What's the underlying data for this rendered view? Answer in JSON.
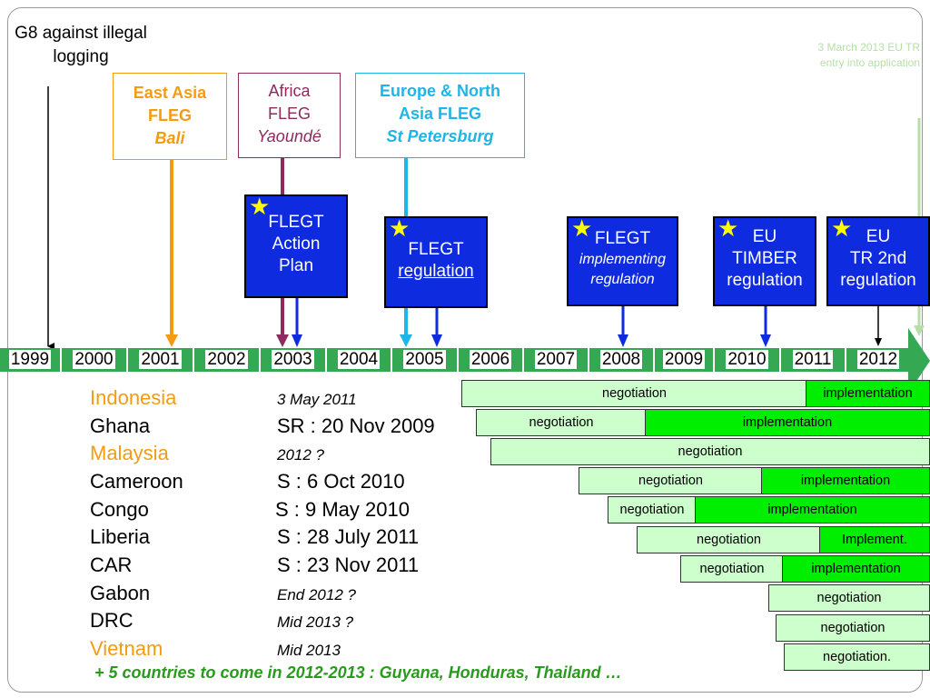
{
  "g8_label": "G8 against illegal logging",
  "top_note": "3 March 2013 EU TR entry into application",
  "conferences": [
    {
      "line1": "East Asia",
      "line2": "FLEG",
      "place": "Bali",
      "color": "#f39c12"
    },
    {
      "line1": "Africa",
      "line2": "FLEG",
      "place": "Yaoundé",
      "color": "#8e2a5e"
    },
    {
      "line1": "Europe & North",
      "line2": "Asia FLEG",
      "place": "St Petersburg",
      "color": "#1fb5e6"
    }
  ],
  "milestones": [
    {
      "l1": "FLEGT",
      "l2": "Action",
      "l3": "Plan"
    },
    {
      "l1": "FLEGT",
      "l2": "regulation"
    },
    {
      "l1": "FLEGT",
      "l2": "implementing",
      "l3": "regulation"
    },
    {
      "l1": "EU",
      "l2": "TIMBER",
      "l3": "regulation"
    },
    {
      "l1": "EU",
      "l2": "TR 2nd",
      "l3": "regulation"
    }
  ],
  "years": [
    "1999",
    "2000",
    "2001",
    "2002",
    "2003",
    "2004",
    "2005",
    "2006",
    "2007",
    "2008",
    "2009",
    "2010",
    "2011",
    "2012"
  ],
  "countries": [
    {
      "name": "Indonesia",
      "date": "3 May 2011",
      "highlight": true,
      "date_italic": true
    },
    {
      "name": "Ghana",
      "date": "SR : 20 Nov 2009",
      "highlight": false,
      "date_italic": false
    },
    {
      "name": "Malaysia",
      "date": "2012 ?",
      "highlight": true,
      "date_italic": true
    },
    {
      "name": "Cameroon",
      "date": "S : 6 Oct 2010",
      "highlight": false,
      "date_italic": false
    },
    {
      "name": "Congo",
      "date": "S : 9 May 2010",
      "highlight": false,
      "date_italic": false
    },
    {
      "name": "Liberia",
      "date": "S : 28 July 2011",
      "highlight": false,
      "date_italic": false
    },
    {
      "name": "CAR",
      "date": "S : 23 Nov 2011",
      "highlight": false,
      "date_italic": false
    },
    {
      "name": "Gabon",
      "date": "End 2012 ?",
      "highlight": false,
      "date_italic": true
    },
    {
      "name": "DRC",
      "date": "Mid 2013 ?",
      "highlight": false,
      "date_italic": true
    },
    {
      "name": "Vietnam",
      "date": "Mid 2013",
      "highlight": true,
      "date_italic": true
    }
  ],
  "bars": [
    {
      "neg": "negotiation",
      "imp": "implementation"
    },
    {
      "neg": "negotiation",
      "imp": "implementation"
    },
    {
      "neg": "negotiation",
      "imp": ""
    },
    {
      "neg": "negotiation",
      "imp": "implementation"
    },
    {
      "neg": "negotiation",
      "imp": "implementation"
    },
    {
      "neg": "negotiation",
      "imp": "Implement."
    },
    {
      "neg": "negotiation",
      "imp": "implementation"
    },
    {
      "neg": "negotiation",
      "imp": ""
    },
    {
      "neg": "negotiation",
      "imp": ""
    },
    {
      "neg": "negotiation.",
      "imp": ""
    }
  ],
  "footer": "+ 5 countries to come in 2012-2013 : Guyana, Honduras, Thailand …",
  "colors": {
    "timeline": "#34a853",
    "box_blue": "#0f2bdf",
    "star": "#ffff00",
    "highlight": "#f39c12",
    "negotiation": "#ccffcc",
    "implementation": "#00ee00",
    "footer": "#2a9a1f"
  }
}
